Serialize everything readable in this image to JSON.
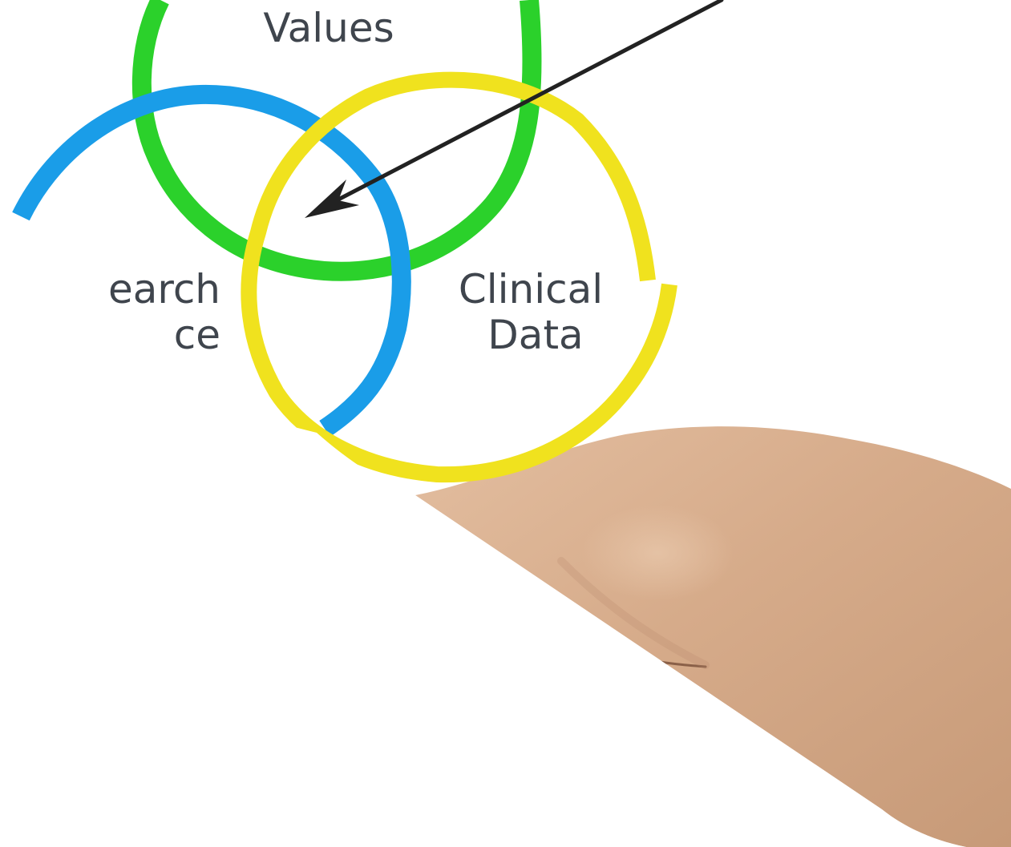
{
  "diagram": {
    "labels": {
      "top": "Values",
      "left_line1": "earch",
      "left_line2": "ce",
      "right_line1": "Clinical",
      "right_line2": "Data"
    },
    "colors": {
      "green_circle": "#2bd12b",
      "blue_circle": "#1a9de8",
      "yellow_circle": "#f0e21e",
      "arrow": "#222222",
      "label_text": "#3f454d",
      "skin": "#d8ae8c"
    }
  }
}
